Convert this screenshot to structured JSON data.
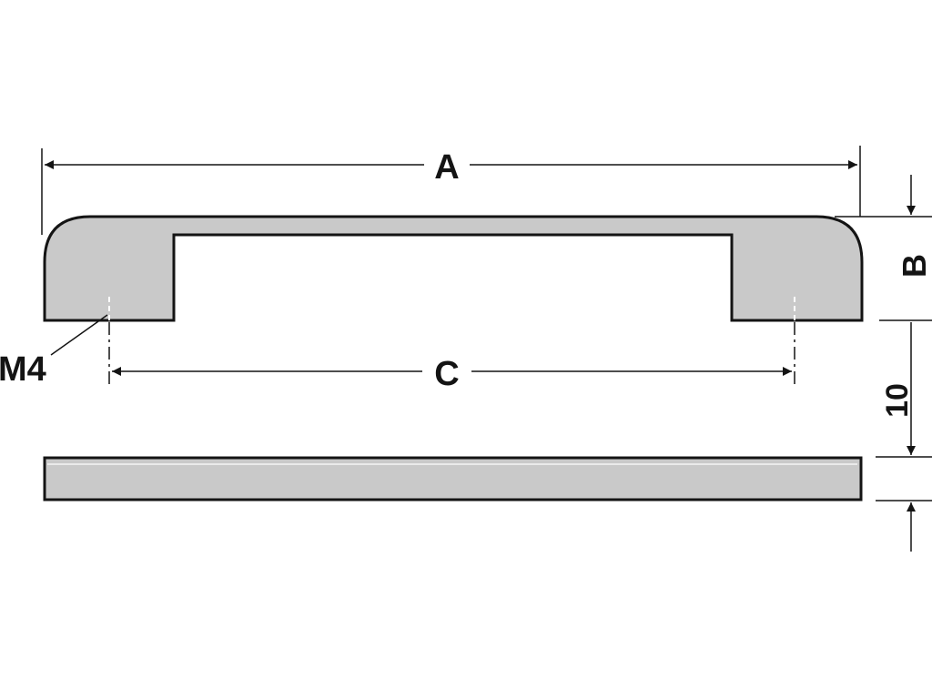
{
  "colors": {
    "background": "#ffffff",
    "outline": "#141414",
    "fill": "#c9c9c9",
    "line": "#141414"
  },
  "labels": {
    "overall_length": "A",
    "height": "B",
    "hole_centers": "C",
    "thread": "M4",
    "thickness": "10"
  }
}
